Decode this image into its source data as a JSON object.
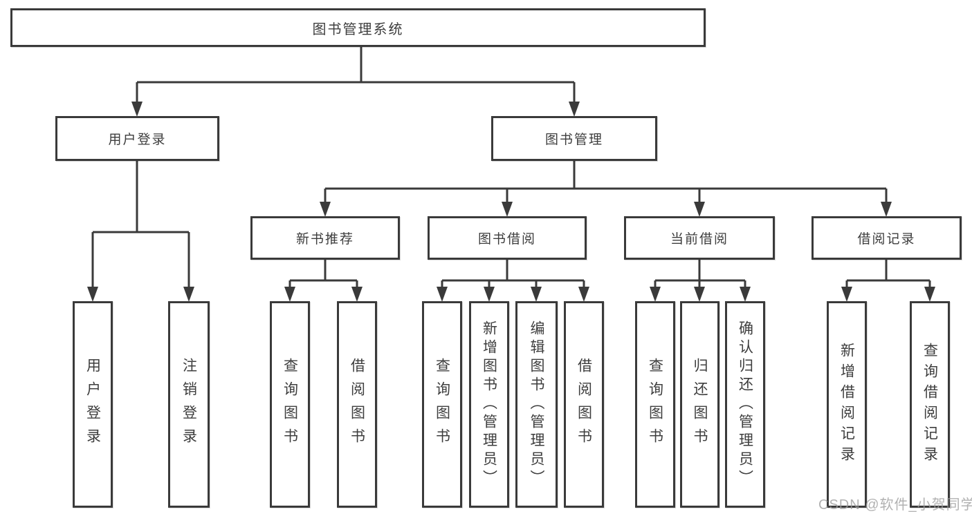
{
  "diagram": {
    "root": {
      "label": "图书管理系统"
    },
    "branches": [
      {
        "label": "用户登录",
        "children": [
          {
            "label": "用户登录"
          },
          {
            "label": "注销登录"
          }
        ]
      },
      {
        "label": "图书管理",
        "children": [
          {
            "label": "新书推荐",
            "children": [
              {
                "label": "查询图书"
              },
              {
                "label": "借阅图书"
              }
            ]
          },
          {
            "label": "图书借阅",
            "children": [
              {
                "label": "查询图书"
              },
              {
                "label": "新增图书（管理员）"
              },
              {
                "label": "编辑图书（管理员）"
              },
              {
                "label": "借阅图书"
              }
            ]
          },
          {
            "label": "当前借阅",
            "children": [
              {
                "label": "查询图书"
              },
              {
                "label": "归还图书"
              },
              {
                "label": "确认归还（管理员）"
              }
            ]
          },
          {
            "label": "借阅记录",
            "children": [
              {
                "label": "新增借阅记录"
              },
              {
                "label": "查询借阅记录"
              }
            ]
          }
        ]
      }
    ]
  },
  "watermark": {
    "text": "CSDN @软件_小贺同学"
  },
  "colors": {
    "line": "#3a3a3a",
    "text": "#3d3d3d",
    "background": "#ffffff",
    "watermark": "#9e9e9e"
  }
}
